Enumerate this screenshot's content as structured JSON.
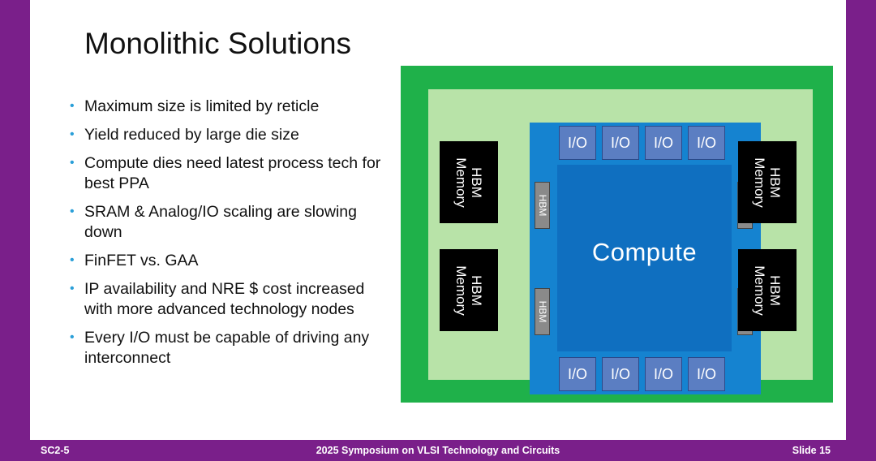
{
  "title": "Monolithic Solutions",
  "bullets": [
    "Maximum size is limited by reticle",
    "Yield reduced by large die size",
    "Compute dies need latest process tech for best PPA",
    "SRAM & Analog/IO scaling are slowing down",
    "FinFET vs. GAA",
    "IP availability and NRE $ cost increased with more advanced technology nodes",
    "Every I/O must be capable of driving any interconnect"
  ],
  "diagram": {
    "compute_label": "Compute",
    "io_label": "I/O",
    "hbm_label": "HBM",
    "hbm_memory_label": "HBM Memory"
  },
  "footer": {
    "left": "SC2-5",
    "center": "2025 Symposium on VLSI Technology and Circuits",
    "right": "Slide 15"
  },
  "colors": {
    "border_purple": "#7a1f8a",
    "package_green": "#1fb14a",
    "interposer_green": "#b8e3a8",
    "compute_blue": "#0f6fc0",
    "io_blue": "#5b7ec2",
    "hbm_black": "#000000",
    "bullet_cyan": "#2a9fd8"
  }
}
